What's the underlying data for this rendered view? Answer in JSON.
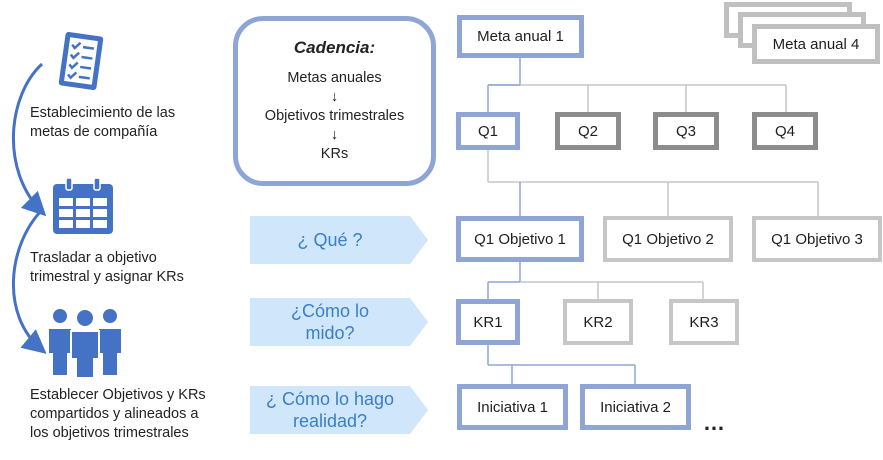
{
  "left_steps": [
    {
      "icon": "checklist-icon",
      "label": "Establecimiento de las\nmetas de compañía"
    },
    {
      "icon": "calendar-icon",
      "label": "Trasladar a objetivo\ntrimestral y asignar KRs"
    },
    {
      "icon": "people-group-icon",
      "label": "Establecer Objetivos y KRs\ncompartidos y alineados a\nlos objetivos trimestrales"
    }
  ],
  "cadence": {
    "title": "Cadencia:",
    "levels": [
      "Metas anuales",
      "Objetivos trimestrales",
      "KRs"
    ],
    "arrow": "↓"
  },
  "questions": [
    "¿ Qué ?",
    "¿Cómo lo\nmido?",
    "¿ Cómo lo hago\nrealidad?"
  ],
  "goals": {
    "active": "Meta anual 1",
    "stack_back": "Meta anual 4"
  },
  "quarters": [
    "Q1",
    "Q2",
    "Q3",
    "Q4"
  ],
  "objectives": [
    "Q1 Objetivo 1",
    "Q1 Objetivo 2",
    "Q1 Objetivo 3"
  ],
  "key_results": [
    "KR1",
    "KR2",
    "KR3"
  ],
  "initiatives": [
    "Iniciativa 1",
    "Iniciativa 2"
  ],
  "more_indicator": "…",
  "colors": {
    "accent": "#8fa5d6",
    "question_fill": "#cfe6fb",
    "question_text": "#3b7fc6",
    "gray_dark": "#8c8c8c",
    "gray_light": "#c6c6c6",
    "arrow_blue": "#4472c4"
  }
}
